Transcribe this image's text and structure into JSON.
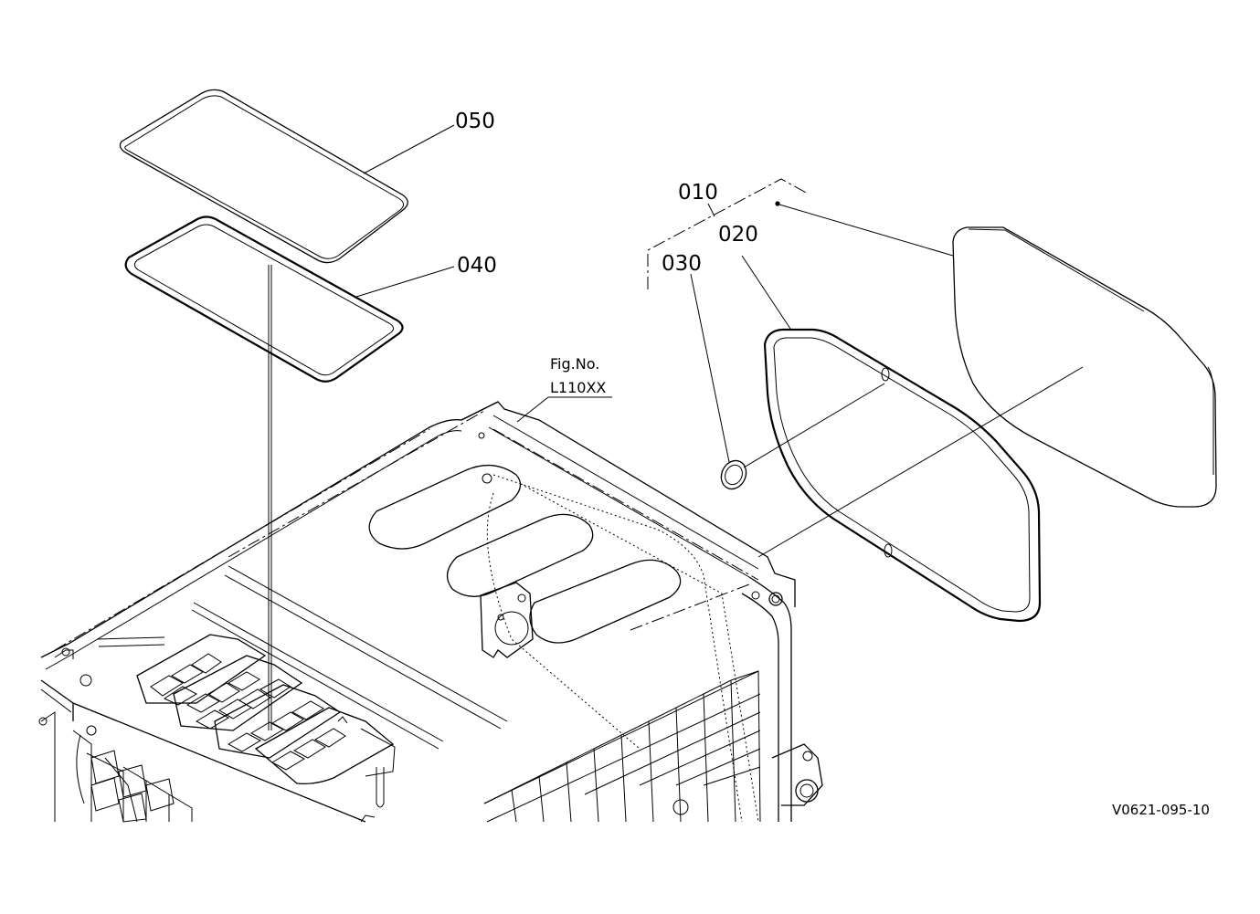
{
  "parts": {
    "p050": "050",
    "p040": "040",
    "p010": "010",
    "p020": "020",
    "p030": "030"
  },
  "figure_ref": {
    "line1": "Fig.No.",
    "line2": "L110XX"
  },
  "drawing_code": "V0621-095-10"
}
